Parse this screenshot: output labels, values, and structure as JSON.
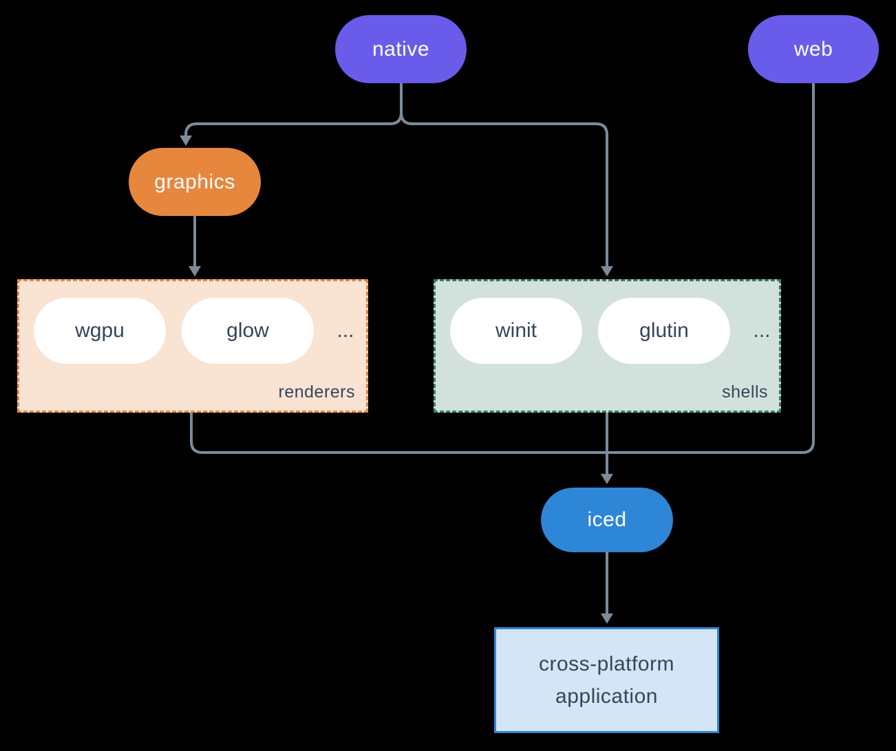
{
  "nodes": {
    "native": {
      "label": "native",
      "color": "#695CEB"
    },
    "web": {
      "label": "web",
      "color": "#695CEB"
    },
    "graphics": {
      "label": "graphics",
      "color": "#E7873D"
    },
    "iced": {
      "label": "iced",
      "color": "#2E86D6"
    }
  },
  "groups": {
    "renderers": {
      "label": "renderers",
      "items": [
        "wgpu",
        "glow"
      ],
      "more": "...",
      "fill": "#F9E3D3",
      "border": "#E8863C"
    },
    "shells": {
      "label": "shells",
      "items": [
        "winit",
        "glutin"
      ],
      "more": "...",
      "fill": "#D2E1DB",
      "border": "#2E7D6E"
    }
  },
  "app": {
    "line1": "cross-platform",
    "line2": "application",
    "fill": "#D4E5F7",
    "border": "#2E86D6"
  },
  "connector_color": "#7C8B9B",
  "background": "#000000"
}
